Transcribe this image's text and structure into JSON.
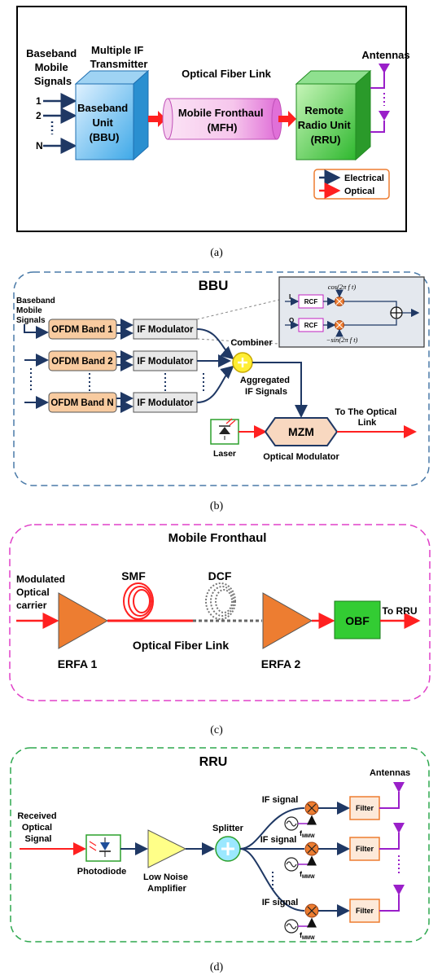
{
  "panel_a": {
    "inputs_title": [
      "Baseband",
      "Mobile",
      "Signals"
    ],
    "input_labels": [
      "1",
      "2",
      "N"
    ],
    "transmitter_title": [
      "Multiple IF",
      "Transmitter"
    ],
    "link_title": "Optical Fiber Link",
    "antennas_title": "Antennas",
    "bbu_label": [
      "Baseband",
      "Unit",
      "(BBU)"
    ],
    "mfh_label": [
      "Mobile Fronthaul",
      "(MFH)"
    ],
    "rru_label": [
      "Remote",
      "Radio Unit",
      "(RRU)"
    ],
    "legend": {
      "electrical": "Electrical",
      "optical": "Optical"
    },
    "caption": "(a)",
    "colors": {
      "electrical": "#1f3864",
      "optical": "#ff2020",
      "bbu": "#3fa9e8",
      "rru": "#3fc23f",
      "mfh": "#e070d8",
      "antenna": "#9a1fc9"
    }
  },
  "panel_b": {
    "title": "BBU",
    "inputs_title": [
      "Baseband",
      "Mobile",
      "Signals"
    ],
    "bands": [
      "OFDM Band 1",
      "OFDM Band 2",
      "OFDM Band N"
    ],
    "modulators": [
      "IF Modulator",
      "IF Modulator",
      "IF Modulator"
    ],
    "combiner": "Combiner",
    "aggregated": [
      "Aggregated",
      "IF Signals"
    ],
    "laser": "Laser",
    "mzm": "MZM",
    "modulator_label": "Optical Modulator",
    "output": [
      "To The Optical",
      "Link"
    ],
    "inset": {
      "i": "I",
      "q": "Q",
      "rcf": "RCF",
      "cos": "cos(2π f t)",
      "sin": "−sin(2π f t)"
    },
    "caption": "(b)",
    "colors": {
      "frame": "#4a7aa8",
      "band_fill": "#f8cba0",
      "mod_fill": "#e8e8e8",
      "combiner": "#ffee33",
      "mzm_fill": "#f8d8c0",
      "laser_frame": "#2ca02c",
      "rcf_frame": "#c020c0"
    }
  },
  "panel_c": {
    "title": "Mobile Fronthaul",
    "input": [
      "Modulated",
      "Optical",
      "carrier"
    ],
    "smf": "SMF",
    "dcf": "DCF",
    "link": "Optical Fiber Link",
    "erfa1": "ERFA 1",
    "erfa2": "ERFA 2",
    "obf": "OBF",
    "output": "To RRU",
    "caption": "(c)",
    "colors": {
      "frame": "#e040c8",
      "amp": "#ed7d31",
      "obf": "#33cc33"
    }
  },
  "panel_d": {
    "title": "RRU",
    "input": [
      "Received",
      "Optical",
      "Signal"
    ],
    "photodiode": "Photodiode",
    "lna": [
      "Low Noise",
      "Amplifier"
    ],
    "splitter": "Splitter",
    "antennas": "Antennas",
    "if_signal": [
      "IF signal",
      "IF signal",
      "IF signal"
    ],
    "filter": [
      "Filter",
      "Filter",
      "Filter"
    ],
    "fmmw": "f",
    "fmmw_sub": "MMW",
    "caption": "(d)",
    "colors": {
      "frame": "#2fa84f",
      "lna": "#ffff88",
      "splitter": "#9be8ff",
      "mixer": "#ed7d31",
      "filter_fill": "#fde9d9",
      "antenna": "#9a1fc9"
    }
  }
}
